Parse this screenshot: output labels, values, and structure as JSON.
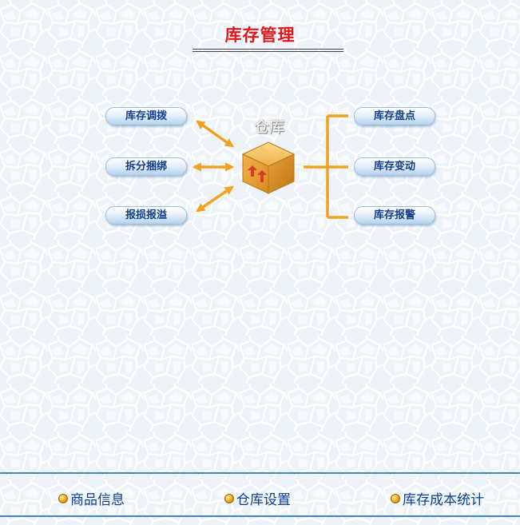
{
  "page": {
    "title": "库存管理"
  },
  "hub": {
    "label": "仓库"
  },
  "left_buttons": [
    {
      "label": "库存调拨"
    },
    {
      "label": "拆分捆绑"
    },
    {
      "label": "报损报溢"
    }
  ],
  "right_buttons": [
    {
      "label": "库存盘点"
    },
    {
      "label": "库存变动"
    },
    {
      "label": "库存报警"
    }
  ],
  "footer": {
    "links": [
      {
        "label": "商品信息"
      },
      {
        "label": "仓库设置"
      },
      {
        "label": "库存成本统计"
      }
    ]
  },
  "colors": {
    "title": "#e3151b",
    "button_text": "#123d8a",
    "connector": "#f0a321",
    "footer_rule": "#3e86c4",
    "footer_text": "#0b3f91"
  },
  "icons": {
    "hub": "box-icon",
    "bullet": "orange-bullet-icon"
  }
}
